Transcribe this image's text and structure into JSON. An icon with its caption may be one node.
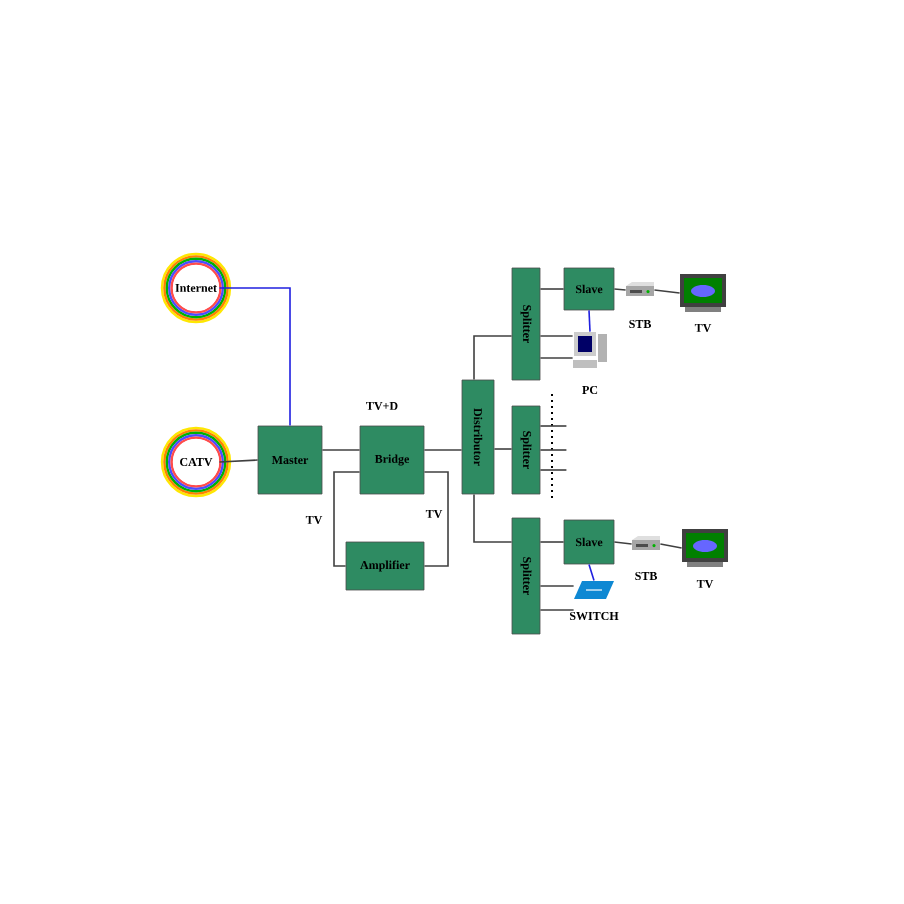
{
  "diagram": {
    "nodes": [
      {
        "text": [
          "Internet"
        ]
      },
      {
        "text": [
          "CATV"
        ]
      },
      {
        "text": [
          "Master"
        ]
      },
      {
        "text": [
          "Bridge"
        ]
      },
      {
        "text": [
          "Amplifier"
        ]
      },
      {
        "text": [
          "Distributor"
        ]
      },
      {
        "text": [
          "Splitter"
        ]
      },
      {
        "text": [
          "Splitter"
        ]
      },
      {
        "text": [
          "Splitter"
        ]
      },
      {
        "text": [
          "Slave"
        ]
      },
      {
        "text": [
          "Slave"
        ]
      },
      {
        "text": [],
        "shape": "picture",
        "beside": [
          "STB"
        ]
      },
      {
        "text": [],
        "shape": "picture",
        "beside": [
          "TV"
        ]
      },
      {
        "text": [],
        "shape": "picture",
        "beside": [
          "PC"
        ]
      },
      {
        "text": [],
        "shape": "picture",
        "beside": [
          "STB"
        ]
      },
      {
        "text": [],
        "shape": "picture",
        "beside": [
          "TV"
        ]
      },
      {
        "text": [],
        "shape": "picture",
        "beside": [
          "SWITCH"
        ]
      }
    ],
    "edges": [
      {
        "from": 0,
        "to": 2,
        "arrow": "none",
        "color": "#2020e0"
      },
      {
        "from": 1,
        "to": 2,
        "arrow": "none"
      },
      {
        "from": 2,
        "to": 3,
        "arrow": "none"
      },
      {
        "from": 3,
        "to": 4,
        "arrow": "none",
        "label": "TV"
      },
      {
        "from": 3,
        "to": 4,
        "arrow": "none",
        "label": "TV"
      },
      {
        "from": 3,
        "to": 5,
        "arrow": "none"
      },
      {
        "from": 5,
        "to": 6,
        "arrow": "none"
      },
      {
        "from": 5,
        "to": 7,
        "arrow": "none"
      },
      {
        "from": 5,
        "to": 8,
        "arrow": "none"
      },
      {
        "from": 6,
        "to": 9,
        "arrow": "none"
      },
      {
        "from": 9,
        "to": 11,
        "arrow": "none"
      },
      {
        "from": 11,
        "to": 12,
        "arrow": "none"
      },
      {
        "from": 9,
        "to": 13,
        "arrow": "none",
        "color": "#2020e0"
      },
      {
        "from": 8,
        "to": 10,
        "arrow": "none"
      },
      {
        "from": 10,
        "to": 14,
        "arrow": "none"
      },
      {
        "from": 14,
        "to": 15,
        "arrow": "none"
      },
      {
        "from": 10,
        "to": 16,
        "arrow": "none",
        "color": "#2020e0"
      },
      {
        "from": 6,
        "to": 13,
        "arrow": "none"
      },
      {
        "from": 6,
        "to": 13,
        "arrow": "none"
      },
      {
        "from": 7,
        "to": null,
        "arrow": "none"
      },
      {
        "from": 7,
        "to": null,
        "arrow": "none"
      },
      {
        "from": 7,
        "to": null,
        "arrow": "none"
      },
      {
        "from": 8,
        "to": 16,
        "arrow": "none"
      },
      {
        "from": 8,
        "to": 16,
        "arrow": "none"
      }
    ],
    "labels": [
      "TV+D"
    ]
  }
}
